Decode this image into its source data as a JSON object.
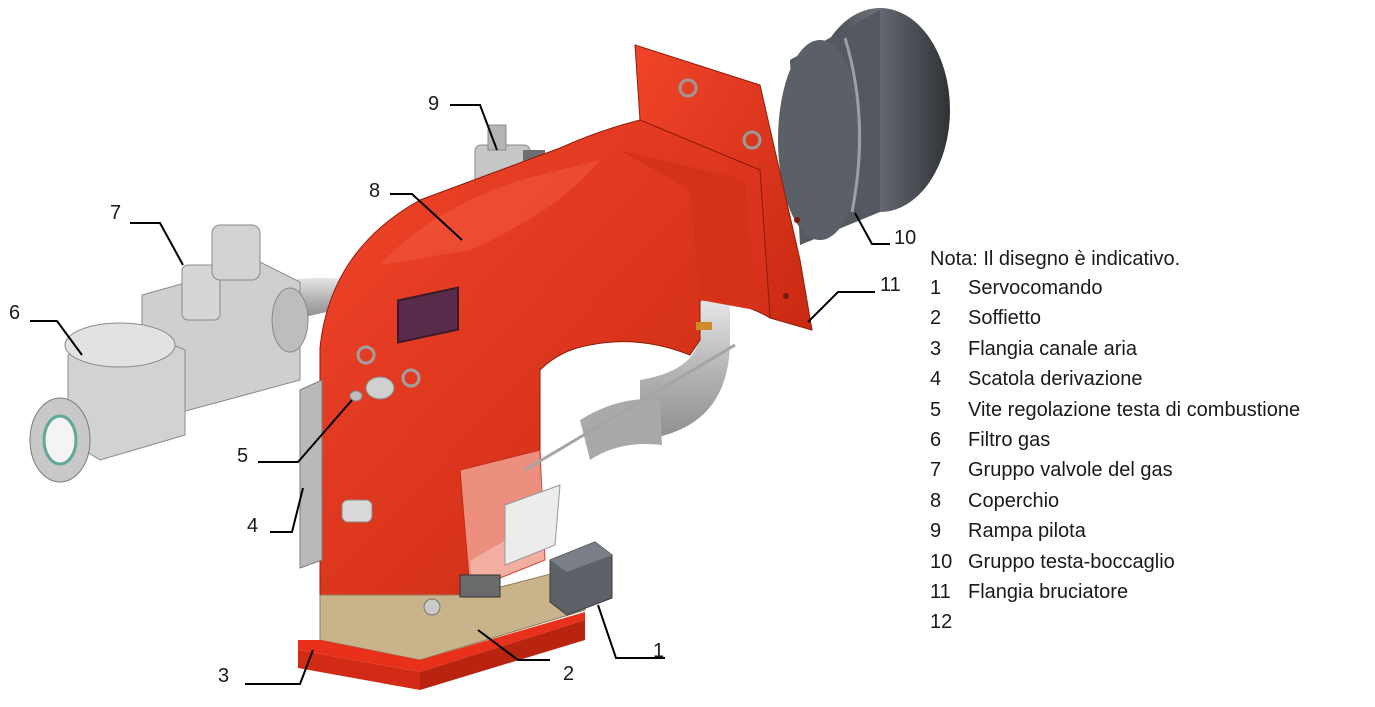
{
  "note": "Nota: Il disegno è indicativo.",
  "callouts": [
    "1",
    "2",
    "3",
    "4",
    "5",
    "6",
    "7",
    "8",
    "9",
    "10",
    "11"
  ],
  "legend": [
    {
      "num": "1",
      "text": "Servocomando"
    },
    {
      "num": "2",
      "text": "Soffietto"
    },
    {
      "num": "3",
      "text": "Flangia canale aria"
    },
    {
      "num": "4",
      "text": "Scatola derivazione"
    },
    {
      "num": "5",
      "text": "Vite regolazione testa di combustione"
    },
    {
      "num": "6",
      "text": "Filtro gas"
    },
    {
      "num": "7",
      "text": "Gruppo valvole del gas"
    },
    {
      "num": "8",
      "text": "Coperchio"
    },
    {
      "num": "9",
      "text": "Rampa pilota"
    },
    {
      "num": "10",
      "text": "Gruppo testa-boccaglio"
    },
    {
      "num": "11",
      "text": "Flangia bruciatore"
    },
    {
      "num": "12",
      "text": ""
    }
  ],
  "colors": {
    "body_red": "#e8301b",
    "body_red_dark": "#b8240f",
    "body_red_light": "#f25a3c",
    "gray_metal": "#c9c9c9",
    "dark_head": "#4a4e55",
    "bellows": "#c8b38a",
    "display_purple": "#7a2a6a"
  }
}
